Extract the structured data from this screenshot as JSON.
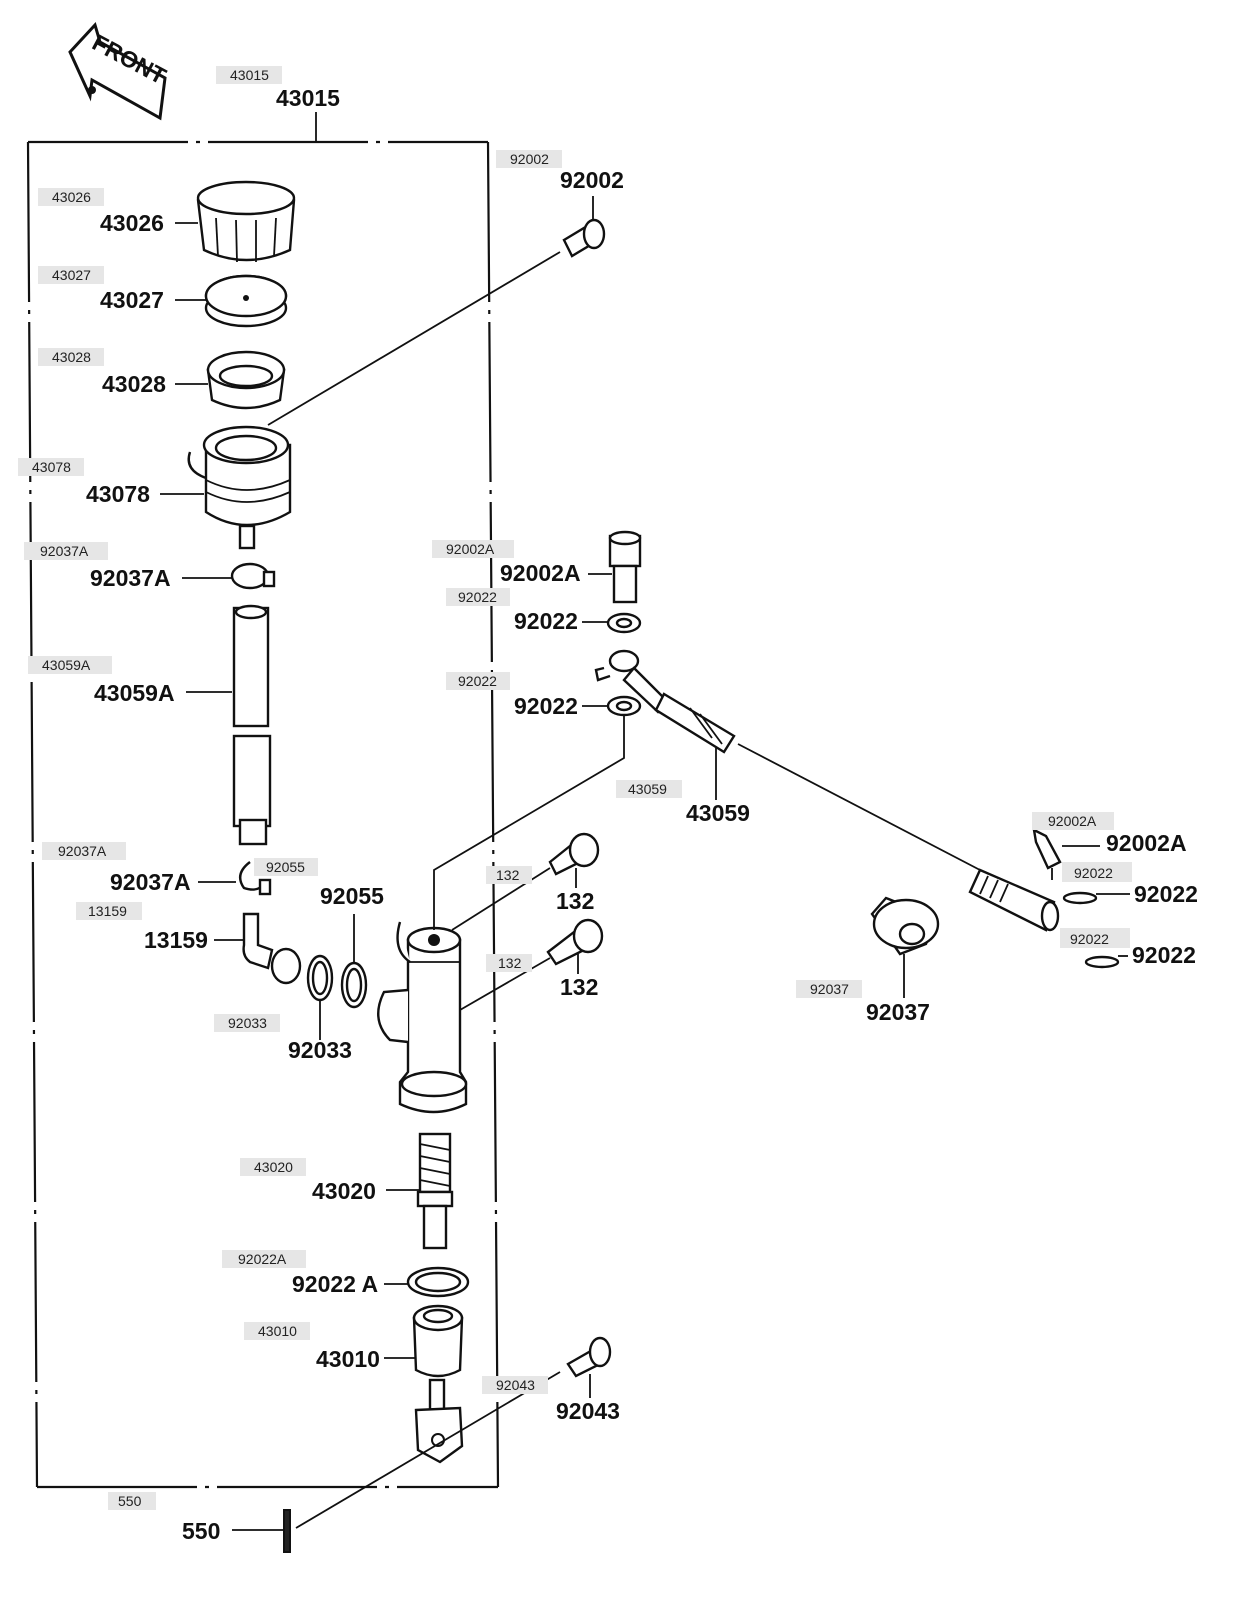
{
  "diagram": {
    "front_marker": "FRONT",
    "callouts": [
      {
        "id": "43015",
        "text": "43015"
      },
      {
        "id": "92002",
        "text": "92002"
      },
      {
        "id": "43026",
        "text": "43026"
      },
      {
        "id": "43027",
        "text": "43027"
      },
      {
        "id": "43028",
        "text": "43028"
      },
      {
        "id": "43078",
        "text": "43078"
      },
      {
        "id": "92037A",
        "text": "92037A"
      },
      {
        "id": "43059A",
        "text": "43059A"
      },
      {
        "id": "92037A-lower",
        "text": "92037A"
      },
      {
        "id": "92055",
        "text": "92055"
      },
      {
        "id": "13159",
        "text": "13159"
      },
      {
        "id": "92033",
        "text": "92033"
      },
      {
        "id": "92002A",
        "text": "92002A"
      },
      {
        "id": "92022-upper",
        "text": "92022"
      },
      {
        "id": "92022-middle",
        "text": "92022"
      },
      {
        "id": "43059",
        "text": "43059"
      },
      {
        "id": "132-upper",
        "text": "132"
      },
      {
        "id": "132-lower",
        "text": "132"
      },
      {
        "id": "92037",
        "text": "92037"
      },
      {
        "id": "92002A-right",
        "text": "92002A"
      },
      {
        "id": "92022-right-upper",
        "text": "92022"
      },
      {
        "id": "92022-right-lower",
        "text": "92022"
      },
      {
        "id": "43020",
        "text": "43020"
      },
      {
        "id": "92022A",
        "text": "92022 A"
      },
      {
        "id": "43010",
        "text": "43010"
      },
      {
        "id": "92043",
        "text": "92043"
      },
      {
        "id": "550",
        "text": "550"
      }
    ],
    "tags": [
      {
        "id": "t43015",
        "text": "43015"
      },
      {
        "id": "t92002",
        "text": "92002"
      },
      {
        "id": "t43026",
        "text": "43026"
      },
      {
        "id": "t43027",
        "text": "43027"
      },
      {
        "id": "t43028",
        "text": "43028"
      },
      {
        "id": "t43078",
        "text": "43078"
      },
      {
        "id": "t92037A",
        "text": "92037A"
      },
      {
        "id": "t92002A",
        "text": "92002A"
      },
      {
        "id": "t92022a",
        "text": "92022"
      },
      {
        "id": "t43059A",
        "text": "43059A"
      },
      {
        "id": "t92022b",
        "text": "92022"
      },
      {
        "id": "t43059",
        "text": "43059"
      },
      {
        "id": "t92002A-right",
        "text": "92002A"
      },
      {
        "id": "t92037A-lower",
        "text": "92037A"
      },
      {
        "id": "t92055",
        "text": "92055"
      },
      {
        "id": "t132a",
        "text": "132"
      },
      {
        "id": "t92022c",
        "text": "92022"
      },
      {
        "id": "t13159",
        "text": "13159"
      },
      {
        "id": "t92022d",
        "text": "92022"
      },
      {
        "id": "t132b",
        "text": "132"
      },
      {
        "id": "t92037",
        "text": "92037"
      },
      {
        "id": "t92033",
        "text": "92033"
      },
      {
        "id": "t43020",
        "text": "43020"
      },
      {
        "id": "t92022A",
        "text": "92022A"
      },
      {
        "id": "t43010",
        "text": "43010"
      },
      {
        "id": "t92043",
        "text": "92043"
      },
      {
        "id": "t550",
        "text": "550"
      }
    ]
  }
}
